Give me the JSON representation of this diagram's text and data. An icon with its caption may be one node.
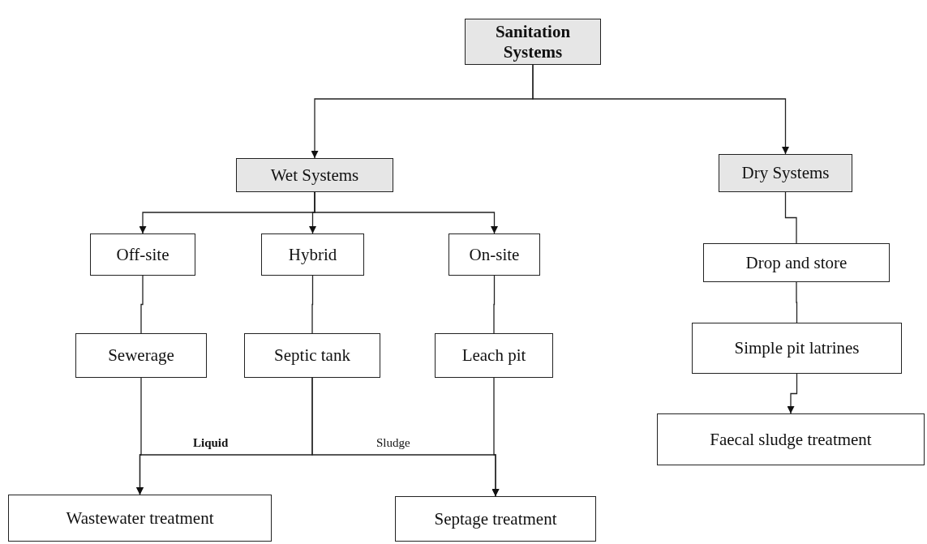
{
  "diagram": {
    "nodes": [
      {
        "text": [
          "Sanitation Systems"
        ]
      },
      {
        "text": [
          "Wet Systems"
        ]
      },
      {
        "text": [
          "Dry Systems"
        ]
      },
      {
        "text": [
          "Off-site"
        ]
      },
      {
        "text": [
          "Hybrid"
        ]
      },
      {
        "text": [
          "On-site"
        ]
      },
      {
        "text": [
          "Sewerage"
        ]
      },
      {
        "text": [
          "Septic tank"
        ]
      },
      {
        "text": [
          "Leach pit"
        ]
      },
      {
        "text": [
          "Drop and store"
        ]
      },
      {
        "text": [
          "Simple pit latrines"
        ]
      },
      {
        "text": [
          "Faecal sludge treatment"
        ]
      },
      {
        "text": [
          "Wastewater treatment"
        ]
      },
      {
        "text": [
          "Septage treatment"
        ]
      }
    ],
    "edges": [
      {
        "from": 0,
        "to": 1,
        "arrow": "to"
      },
      {
        "from": 0,
        "to": 2,
        "arrow": "to"
      },
      {
        "from": 1,
        "to": 3,
        "arrow": "to"
      },
      {
        "from": 1,
        "to": 4,
        "arrow": "to"
      },
      {
        "from": 1,
        "to": 5,
        "arrow": "to"
      },
      {
        "from": 3,
        "to": 6,
        "arrow": "none"
      },
      {
        "from": 4,
        "to": 7,
        "arrow": "none"
      },
      {
        "from": 5,
        "to": 8,
        "arrow": "none"
      },
      {
        "from": 6,
        "to": 12,
        "arrow": "to"
      },
      {
        "from": 7,
        "to": 12,
        "label": "Liquid",
        "arrow": "to"
      },
      {
        "from": 7,
        "to": 13,
        "label": "Sludge",
        "arrow": "to"
      },
      {
        "from": 8,
        "to": 13,
        "arrow": "to"
      },
      {
        "from": 2,
        "to": 9,
        "arrow": "none"
      },
      {
        "from": 9,
        "to": 10,
        "arrow": "none"
      },
      {
        "from": 10,
        "to": 11,
        "arrow": "to"
      }
    ]
  }
}
